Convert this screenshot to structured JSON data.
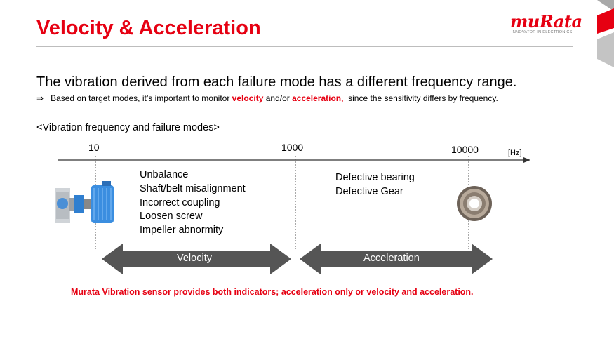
{
  "header": {
    "title": "Velocity & Acceleration",
    "logo_text": "muRata",
    "logo_tagline": "INNOVATOR IN ELECTRONICS"
  },
  "body": {
    "headline": "The vibration derived from each failure mode has a different frequency range.",
    "subline": {
      "arrow": "⇒",
      "before": "Based on target modes, it’s important to monitor",
      "velocity": "velocity",
      "middle": "and/or",
      "acceleration": "acceleration,",
      "after": "since the sensitivity differs by frequency."
    },
    "section_title": "<Vibration frequency and failure modes>"
  },
  "diagram": {
    "ticks": [
      "10",
      "1000",
      "10000"
    ],
    "unit": "[Hz]",
    "velocity_modes": [
      "Unbalance",
      "Shaft/belt misalignment",
      "Incorrect coupling",
      "Loosen screw",
      "Impeller abnormity"
    ],
    "acceleration_modes": [
      "Defective bearing",
      "Defective Gear"
    ],
    "velocity_label": "Velocity",
    "acceleration_label": "Acceleration",
    "icons": [
      "motor-pump-icon",
      "ball-bearing-icon"
    ],
    "colors": {
      "accent": "#e60012",
      "arrow": "#555555",
      "corner": "#bdbdbd"
    }
  },
  "footer": {
    "note": "Murata Vibration sensor provides both indicators; acceleration only or velocity and acceleration."
  }
}
